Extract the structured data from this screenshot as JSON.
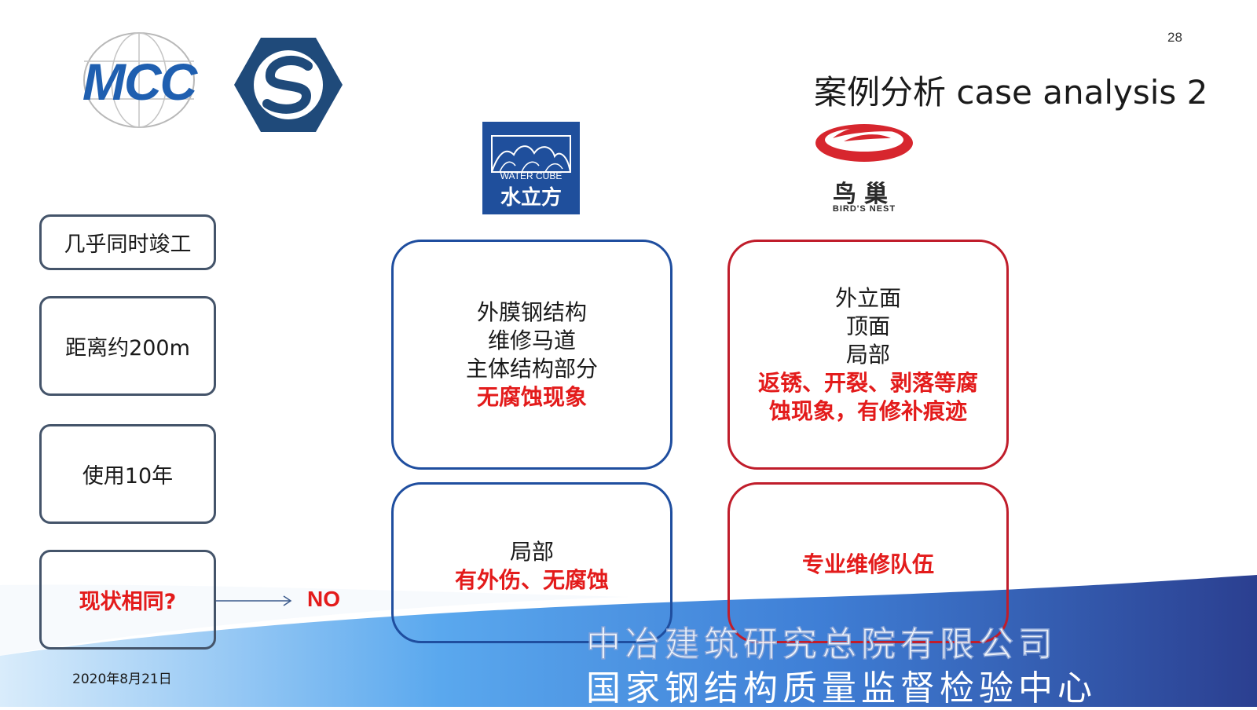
{
  "page_number": "28",
  "title": "案例分析 case analysis 2",
  "logos": {
    "mcc": "MCC",
    "water_cube_en": "WATER CUBE",
    "water_cube_cn": "水立方",
    "birds_nest_cn": "鸟巢",
    "birds_nest_en": "BIRD'S NEST"
  },
  "left_items": [
    {
      "label": "几乎同时竣工"
    },
    {
      "label": "距离约200m"
    },
    {
      "label": "使用10年"
    },
    {
      "label": "现状相同?"
    }
  ],
  "answer": "NO",
  "water_cube_top": {
    "lines": [
      "外膜钢结构",
      "维修马道",
      "主体结构部分"
    ],
    "highlight": "无腐蚀现象"
  },
  "water_cube_bottom": {
    "lines": [
      "局部"
    ],
    "highlight": "有外伤、无腐蚀"
  },
  "birds_nest_top": {
    "lines": [
      "外立面",
      "顶面",
      "局部"
    ],
    "highlight_lines": [
      "返锈、开裂、剥落等腐",
      "蚀现象，有修补痕迹"
    ]
  },
  "birds_nest_bottom": {
    "highlight": "专业维修队伍"
  },
  "footer": {
    "date": "2020年8月21日",
    "company_line1": "中冶建筑研究总院有限公司",
    "company_line2": "国家钢结构质量监督检验中心"
  },
  "colors": {
    "blue_border": "#1f4e9f",
    "red_border": "#c01d2b",
    "highlight_red": "#e31b1b",
    "footer_blue": "#3a8ee6",
    "footer_dark": "#2c3e8c"
  }
}
